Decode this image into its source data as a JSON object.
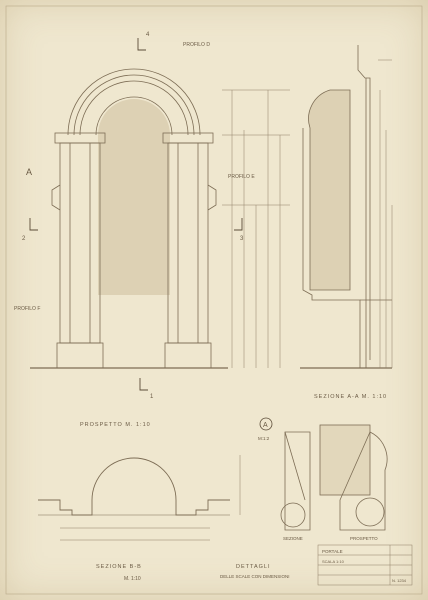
{
  "labels": {
    "portal_letter": "A",
    "detail_letter": "A",
    "detail_scale": "M:1:2",
    "prospetto": "PROSPETTO   M. 1:10",
    "sezione_ab": "SEZIONE   A-A   M. 1:10",
    "sezione_plan_1": "SEZIONE   B-B",
    "sezione_plan_2": "M. 1:10",
    "sezione_sm": "SEZIONE",
    "prospetto_sm": "PROSPETTO",
    "dettagli_1": "DETTAGLI",
    "dettagli_2": "DELLE SCALE CON DIMENSIONI",
    "profilo_d": "PROFILO D",
    "profilo_e": "PROFILO E",
    "profilo_f": "PROFILO F",
    "cut_1": "1",
    "cut_2": "2",
    "cut_3": "3",
    "cut_4": "4"
  },
  "title_block": {
    "line1": "PORTALE",
    "line2": "SCALA 1:10",
    "stamp": "N. 1234"
  }
}
